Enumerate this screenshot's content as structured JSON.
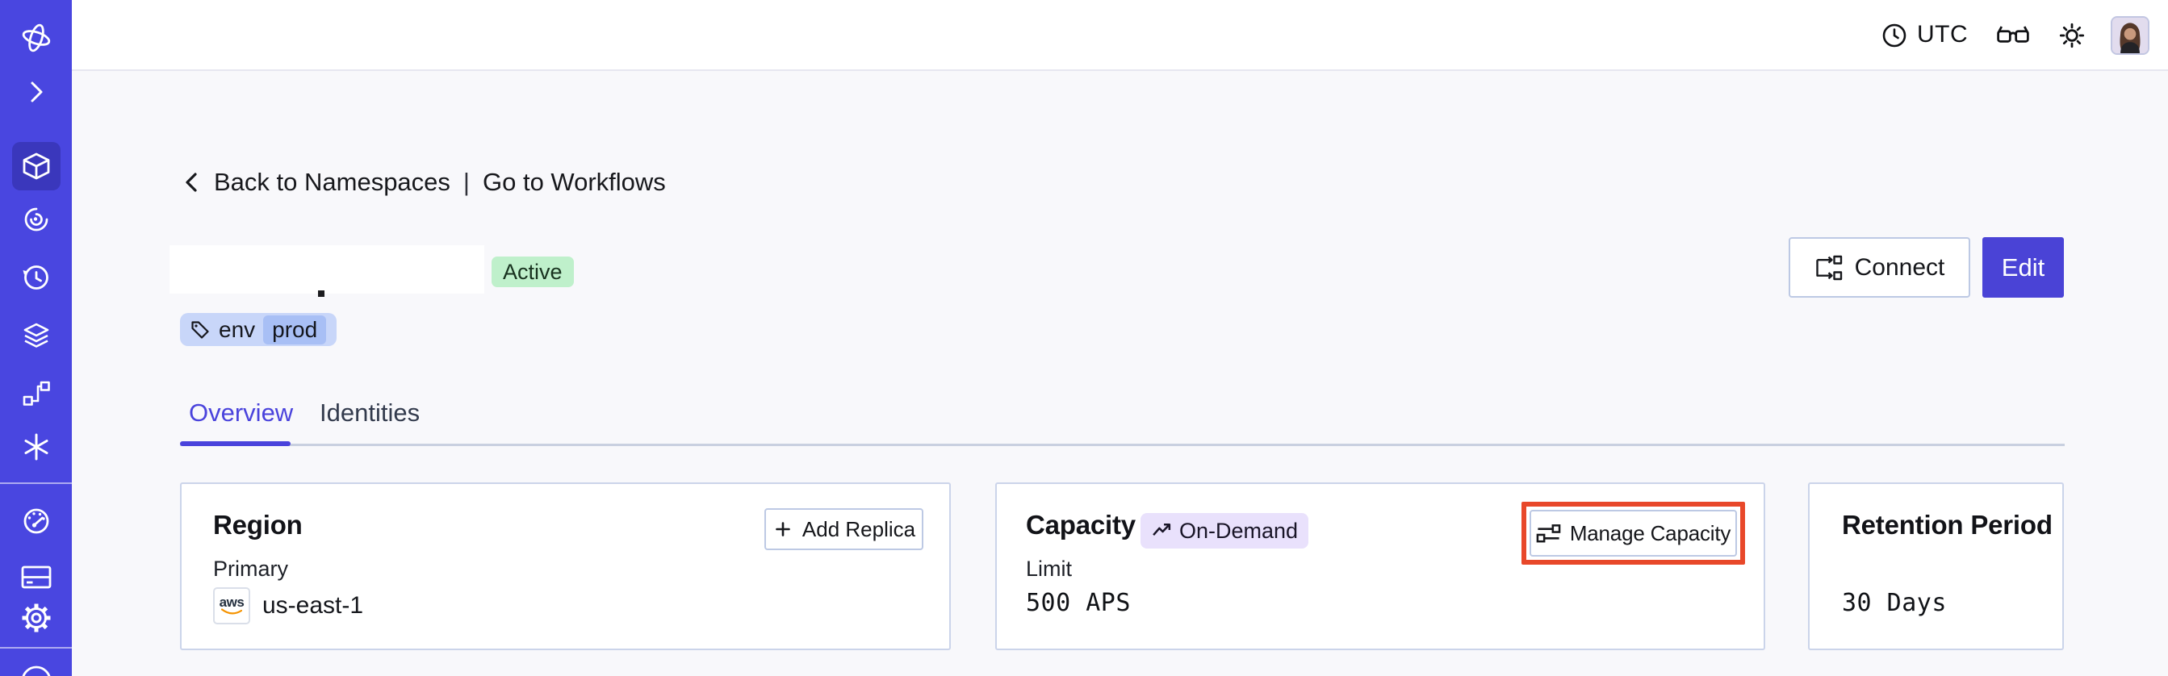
{
  "topbar": {
    "timezone": "UTC"
  },
  "breadcrumb": {
    "back_label": "Back to Namespaces",
    "separator": "|",
    "workflows_label": "Go to Workflows"
  },
  "header": {
    "status_badge": "Active",
    "tag": {
      "key": "env",
      "value": "prod"
    },
    "connect_label": "Connect",
    "edit_label": "Edit"
  },
  "tabs": {
    "overview": "Overview",
    "identities": "Identities"
  },
  "cards": {
    "region": {
      "title": "Region",
      "add_replica_label": "Add Replica",
      "primary_label": "Primary",
      "provider": "aws",
      "value": "us-east-1"
    },
    "capacity": {
      "title": "Capacity",
      "badge": "On-Demand",
      "manage_label": "Manage Capacity",
      "limit_label": "Limit",
      "value": "500 APS"
    },
    "retention": {
      "title": "Retention Period",
      "value": "30 Days"
    }
  },
  "sidebar": {
    "active_item": "namespaces",
    "items": [
      "temporal-logo",
      "expand",
      "namespaces",
      "workflows",
      "schedules",
      "deployments",
      "pipelines",
      "nexus",
      "usage",
      "billing",
      "settings",
      "account"
    ]
  },
  "colors": {
    "sidebar": "#4946e0",
    "sidebar_active": "#3a37bc",
    "accent_indigo": "#4a43d6",
    "active_badge_bg": "#bff0cb",
    "tag_chip_bg": "#c8d6f9",
    "tag_value_bg": "#a8bff5",
    "ondemand_badge_bg": "#e9e1fc",
    "highlight_red": "#e8482a",
    "aws_orange": "#f59300"
  }
}
